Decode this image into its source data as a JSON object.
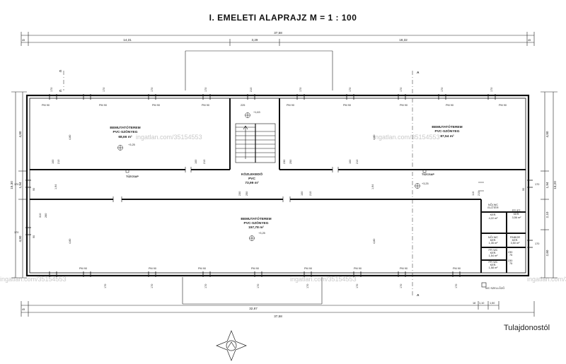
{
  "title": "I. EMELETI ALAPRAJZ   M = 1 : 100",
  "credit": "Tulajdonostól",
  "watermark": "ingatlan.com/35154553",
  "rooms": {
    "left": {
      "name": "BEMUTATÓTEREM",
      "floor": "PVC-SZÖNYEG",
      "area": "68,66 m²",
      "level": "+3,25"
    },
    "right": {
      "name": "BEMUTATÓTEREM",
      "floor": "PVC-SZÖNYEG",
      "area": "87,54 m²"
    },
    "corridor": {
      "name": "KÖZLEKEDŐ",
      "floor": "PVC",
      "area": "73,99 m²"
    },
    "main": {
      "name": "BEMUTATÓTEREM",
      "floor": "PVC-SZÖNYEG",
      "area": "157,78 m²",
      "level": "+3,25"
    },
    "stair": {
      "level": "+1,63"
    },
    "corridor_level": "+3,25"
  },
  "labels": {
    "tuzcsap": "TŰZCSAP",
    "pm90": "PM 90",
    "wc_szellozo": "WC SZELLŐZŐ"
  },
  "small_rooms": [
    {
      "name": "NŐI WC",
      "sub": "ELŐTÉR",
      "floor": "KER.",
      "area": "4,22 m²"
    },
    {
      "name": "FFI ET.",
      "floor": "KER.",
      "area": "3,56 m²"
    },
    {
      "name": "NŐI WC",
      "floor": "KER.",
      "area": "1,35 m²"
    },
    {
      "name": "FINBOR",
      "floor": "KER.",
      "area": "3,50 m²"
    },
    {
      "name": "FFI WC",
      "floor": "KER.",
      "area": "1,54 m²"
    },
    {
      "name": "FFI WC",
      "floor": "KER.",
      "area": "1,58 m²"
    }
  ],
  "dims": {
    "top_total": "37,58",
    "top_left": "14,31",
    "top_mid": "3,29",
    "top_right": "18,32",
    "bottom_left": "32,87",
    "bottom_r1": "1,10",
    "bottom_r2": "1,50",
    "bottom_total": "37,58",
    "edge": "45",
    "edge_b": "18",
    "left_total": "15,30",
    "right_total": "13,20",
    "left_segments": [
      "4,80",
      "1,94",
      "4,80"
    ],
    "right_segments": [
      "4,80",
      "1,94",
      "2,10",
      "2,60"
    ],
    "window_h": "170",
    "window_w": "90",
    "door_210": "210",
    "door_225": "225",
    "door_100": "100",
    "door_230": "230",
    "door_250": "250",
    "door_75": "75",
    "wall_310": "310",
    "wall_260": "260",
    "wall_110": "110"
  },
  "section_marks": {
    "vertical": "A",
    "horizontal": "C"
  }
}
